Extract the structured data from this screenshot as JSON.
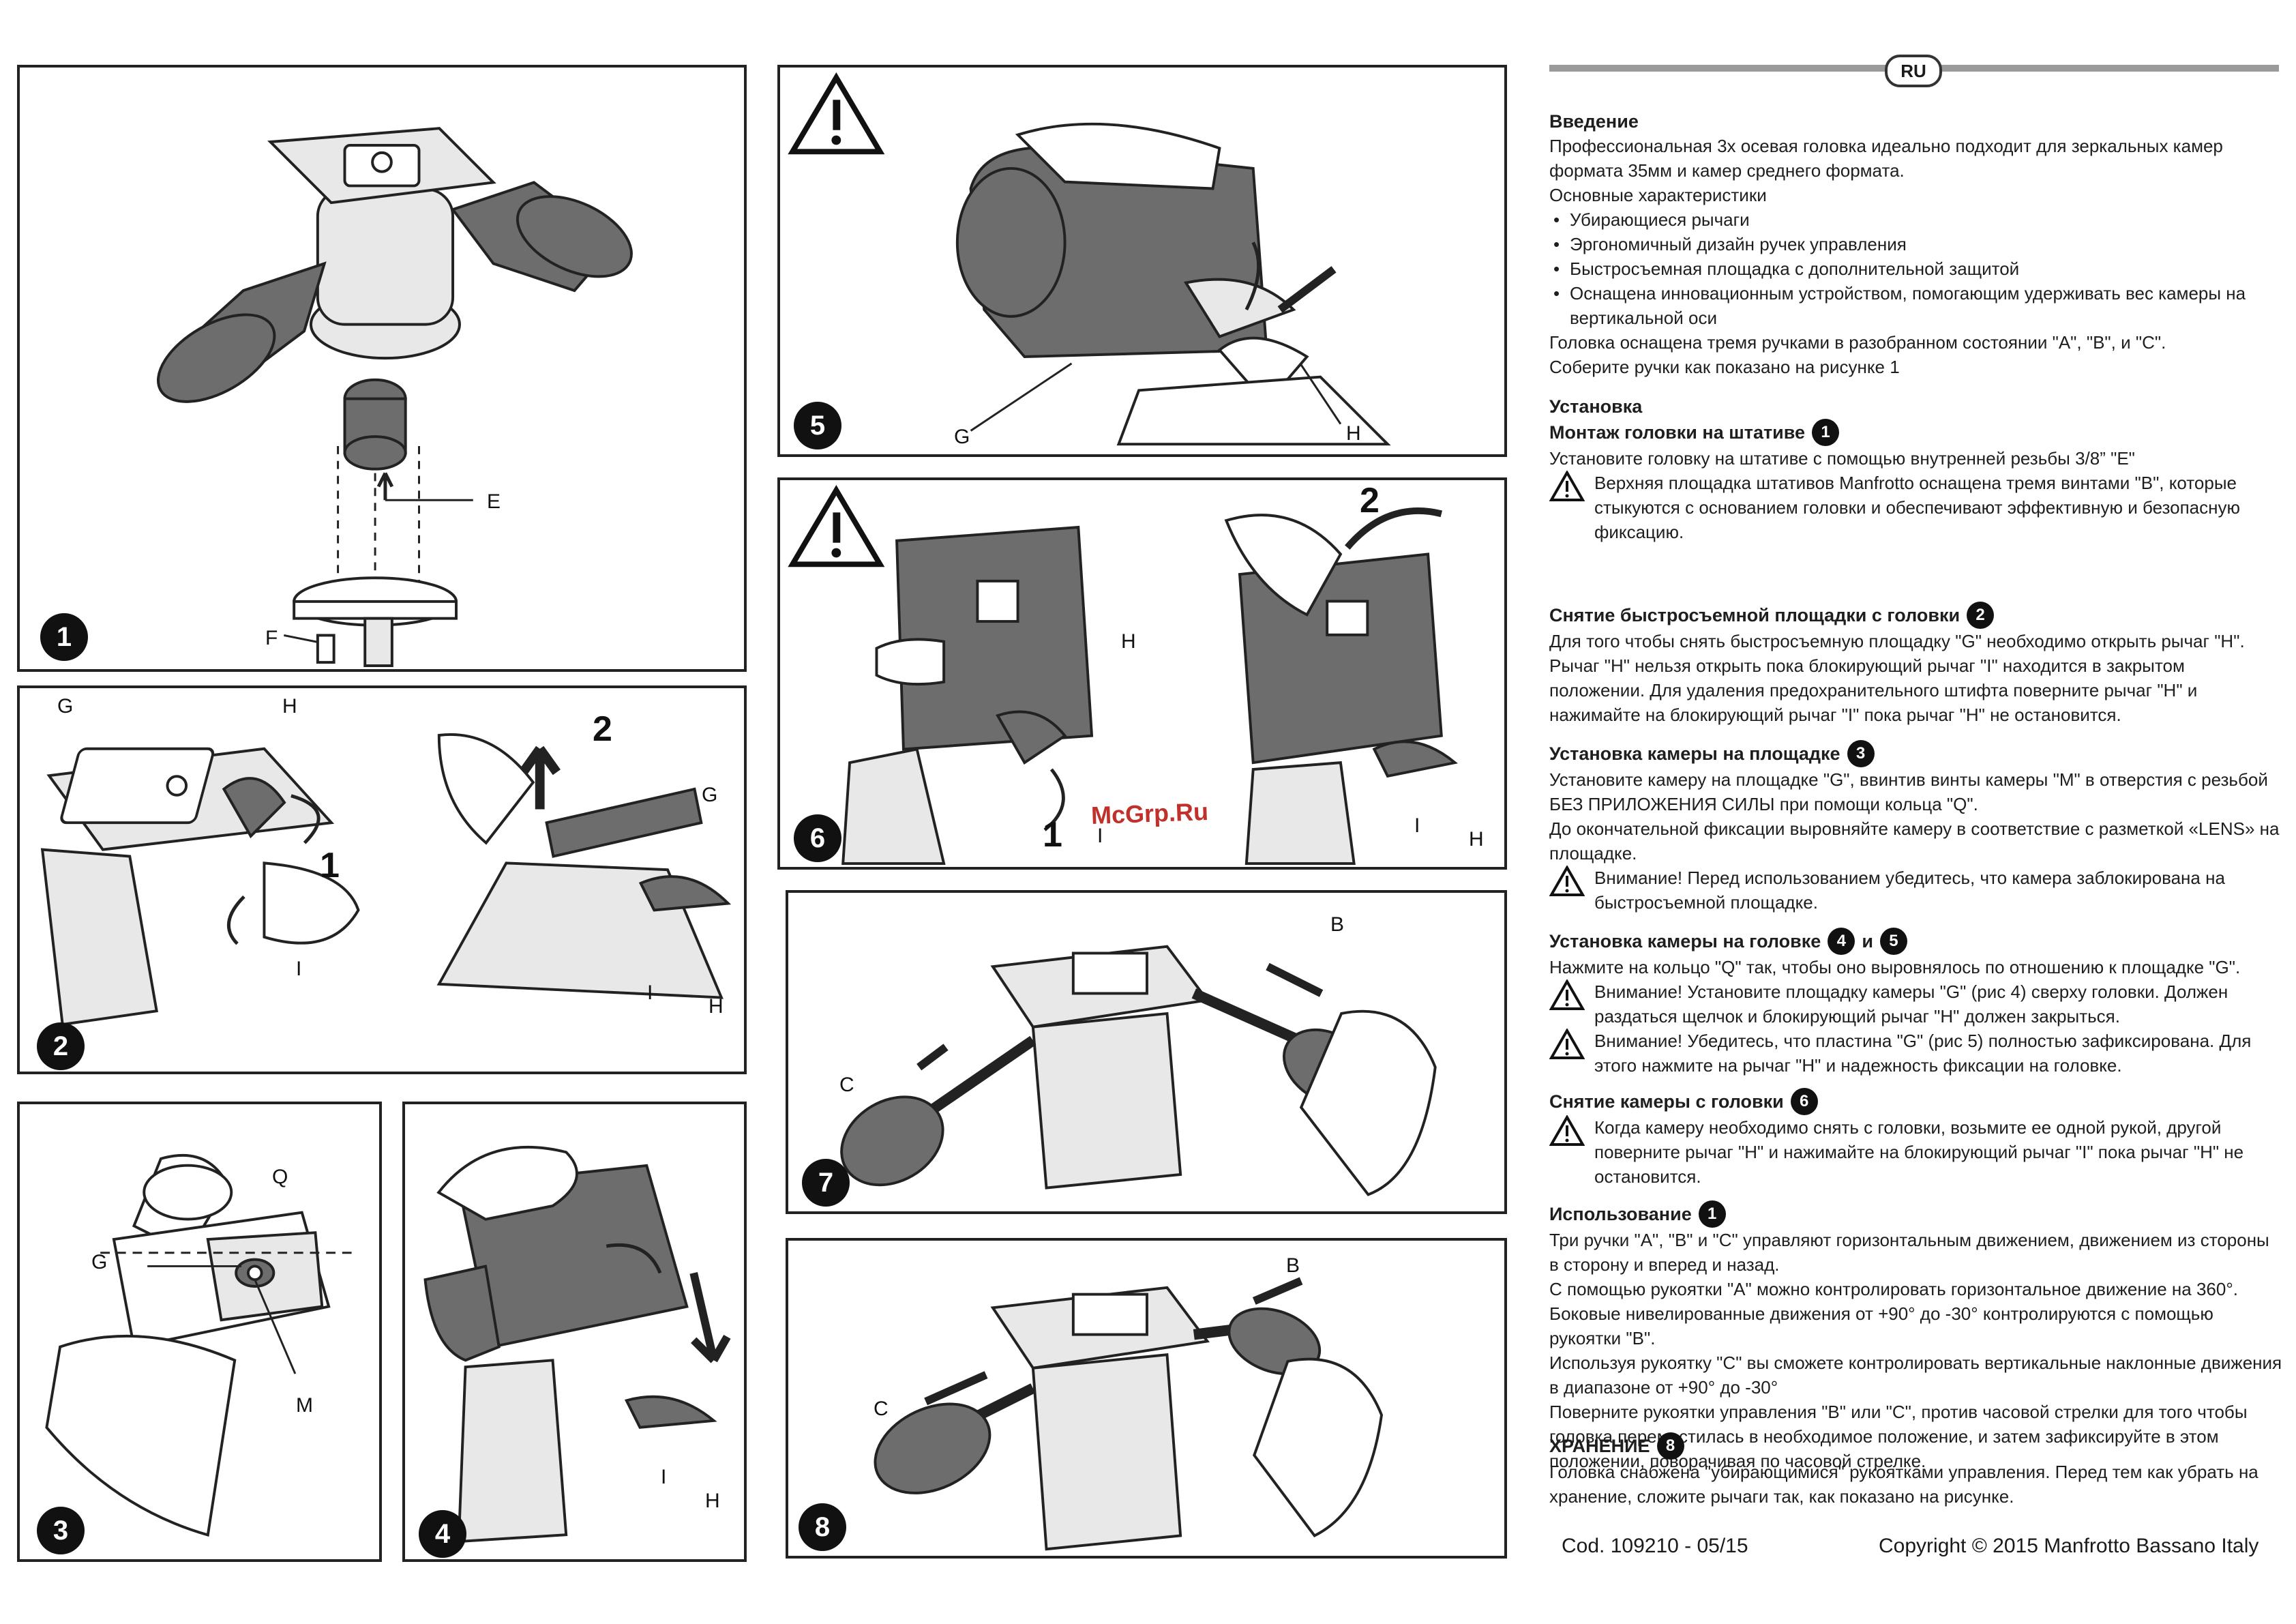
{
  "figures": {
    "f1": {
      "num": "1",
      "labels": {
        "E": "E",
        "F": "F"
      }
    },
    "f2": {
      "num": "2",
      "labels": {
        "G": "G",
        "H": "H",
        "I": "I",
        "step1": "1",
        "step2": "2",
        "G2": "G",
        "I2": "I",
        "H2": "H"
      }
    },
    "f3": {
      "num": "3",
      "labels": {
        "Q": "Q",
        "G": "G",
        "M": "M"
      }
    },
    "f4": {
      "num": "4",
      "labels": {
        "I": "I",
        "H": "H"
      }
    },
    "f5": {
      "num": "5",
      "labels": {
        "G": "G",
        "H": "H"
      }
    },
    "f6": {
      "num": "6",
      "labels": {
        "H": "H",
        "I": "I",
        "step1": "1",
        "step2": "2",
        "I2": "I",
        "H2": "H"
      }
    },
    "f7": {
      "num": "7",
      "labels": {
        "B": "B",
        "C": "C"
      }
    },
    "f8": {
      "num": "8",
      "labels": {
        "B": "B",
        "C": "C"
      }
    }
  },
  "watermark": "McGrp.Ru",
  "lang_badge": "RU",
  "intro": {
    "title": "Введение",
    "p1": "Профессиональная 3х осевая головка идеально подходит для зеркальных камер формата 35мм и камер среднего формата.",
    "p2": "Основные характеристики",
    "bullets": [
      "Убирающиеся рычаги",
      "Эргономичный дизайн ручек управления",
      "Быстросъемная площадка с дополнительной защитой",
      "Оснащена инновационным устройством, помогающим удерживать вес камеры на вертикальной оси"
    ],
    "p3": "Головка оснащена тремя ручками в разобранном состоянии \"A\", \"B\", и \"C\".",
    "p4": "Соберите ручки как показано на рисунке 1"
  },
  "install": {
    "title": "Установка",
    "sub_title": "Монтаж головки на штативе",
    "sub_num": "1",
    "p1": "Установите головку на штативе с помощью внутренней резьбы 3/8” \"E\"",
    "warn": "Верхняя площадка штативов Manfrotto оснащена тремя винтами \"B\", которые стыкуются с основанием головки и обеспечивают эффективную и безопасную фиксацию."
  },
  "remove_plate": {
    "title": "Снятие быстросъемной площадки с головки",
    "num": "2",
    "text": "Для того чтобы снять быстросъемную площадку \"G\" необходимо открыть рычаг \"H\". Рычаг \"H\" нельзя открыть пока блокирующий рычаг \"I\" находится в закрытом положении. Для удаления предохранительного штифта поверните рычаг \"H\" и нажимайте на блокирующий рычаг \"I\" пока рычаг \"H\" не остановится."
  },
  "camera_plate": {
    "title": "Установка камеры на площадке",
    "num": "3",
    "p1": "Установите камеру на площадке \"G\", ввинтив винты камеры \"M\" в отверстия с резьбой БЕЗ ПРИЛОЖЕНИЯ СИЛЫ при помощи кольца \"Q\".",
    "p2": "До окончательной фиксации выровняйте камеру в соответствие с разметкой «LENS» на площадке.",
    "warn": "Внимание! Перед использованием убедитесь, что камера заблокирована на быстросъемной площадке."
  },
  "camera_head": {
    "title": "Установка камеры на головке",
    "num_a": "4",
    "and": "и",
    "num_b": "5",
    "p1": "Нажмите на кольцо \"Q\" так, чтобы оно выровнялось по отношению к площадке \"G\".",
    "warn1": "Внимание! Установите площадку камеры \"G\" (рис 4) сверху головки. Должен раздаться щелчок и блокирующий рычаг \"H\" должен закрыться.",
    "warn2": "Внимание! Убедитесь, что пластина \"G\" (рис 5) полностью зафиксирована. Для этого нажмите на рычаг \"H\" и надежность фиксации на головке."
  },
  "camera_remove": {
    "title": "Снятие камеры с головки",
    "num": "6",
    "warn": "Когда камеру необходимо снять с головки, возьмите ее одной рукой, другой поверните рычаг \"H\" и нажимайте на блокирующий рычаг \"I\" пока рычаг \"H\" не остановится."
  },
  "usage": {
    "title": "Использование",
    "num": "1",
    "lines": [
      "Три ручки \"A\", \"B\" и \"C\" управляют горизонтальным движением, движением из стороны в сторону и вперед и назад.",
      "С помощью рукоятки \"A\" можно контролировать горизонтальное движение на 360°.",
      "Боковые нивелированные движения от +90° до -30° контролируются с помощью рукоятки \"B\".",
      "Используя рукоятку \"C\" вы сможете контролировать вертикальные наклонные движения в диапазоне от +90° до -30°",
      "Поверните рукоятки управления \"B\" или \"C\", против часовой стрелки для того чтобы головка переместилась в необходимое положение, и затем зафиксируйте в этом положении, поворачивая по часовой стрелке."
    ]
  },
  "storage": {
    "title": "ХРАНЕНИЕ",
    "num": "8",
    "text": "Головка снабжена \"убирающимися\" рукоятками управления. Перед тем как убрать на хранение, сложите рычаги так, как показано на рисунке."
  },
  "footer": {
    "code": "Cod. 109210 - 05/15",
    "copyright": "Copyright © 2015 Manfrotto Bassano Italy"
  }
}
